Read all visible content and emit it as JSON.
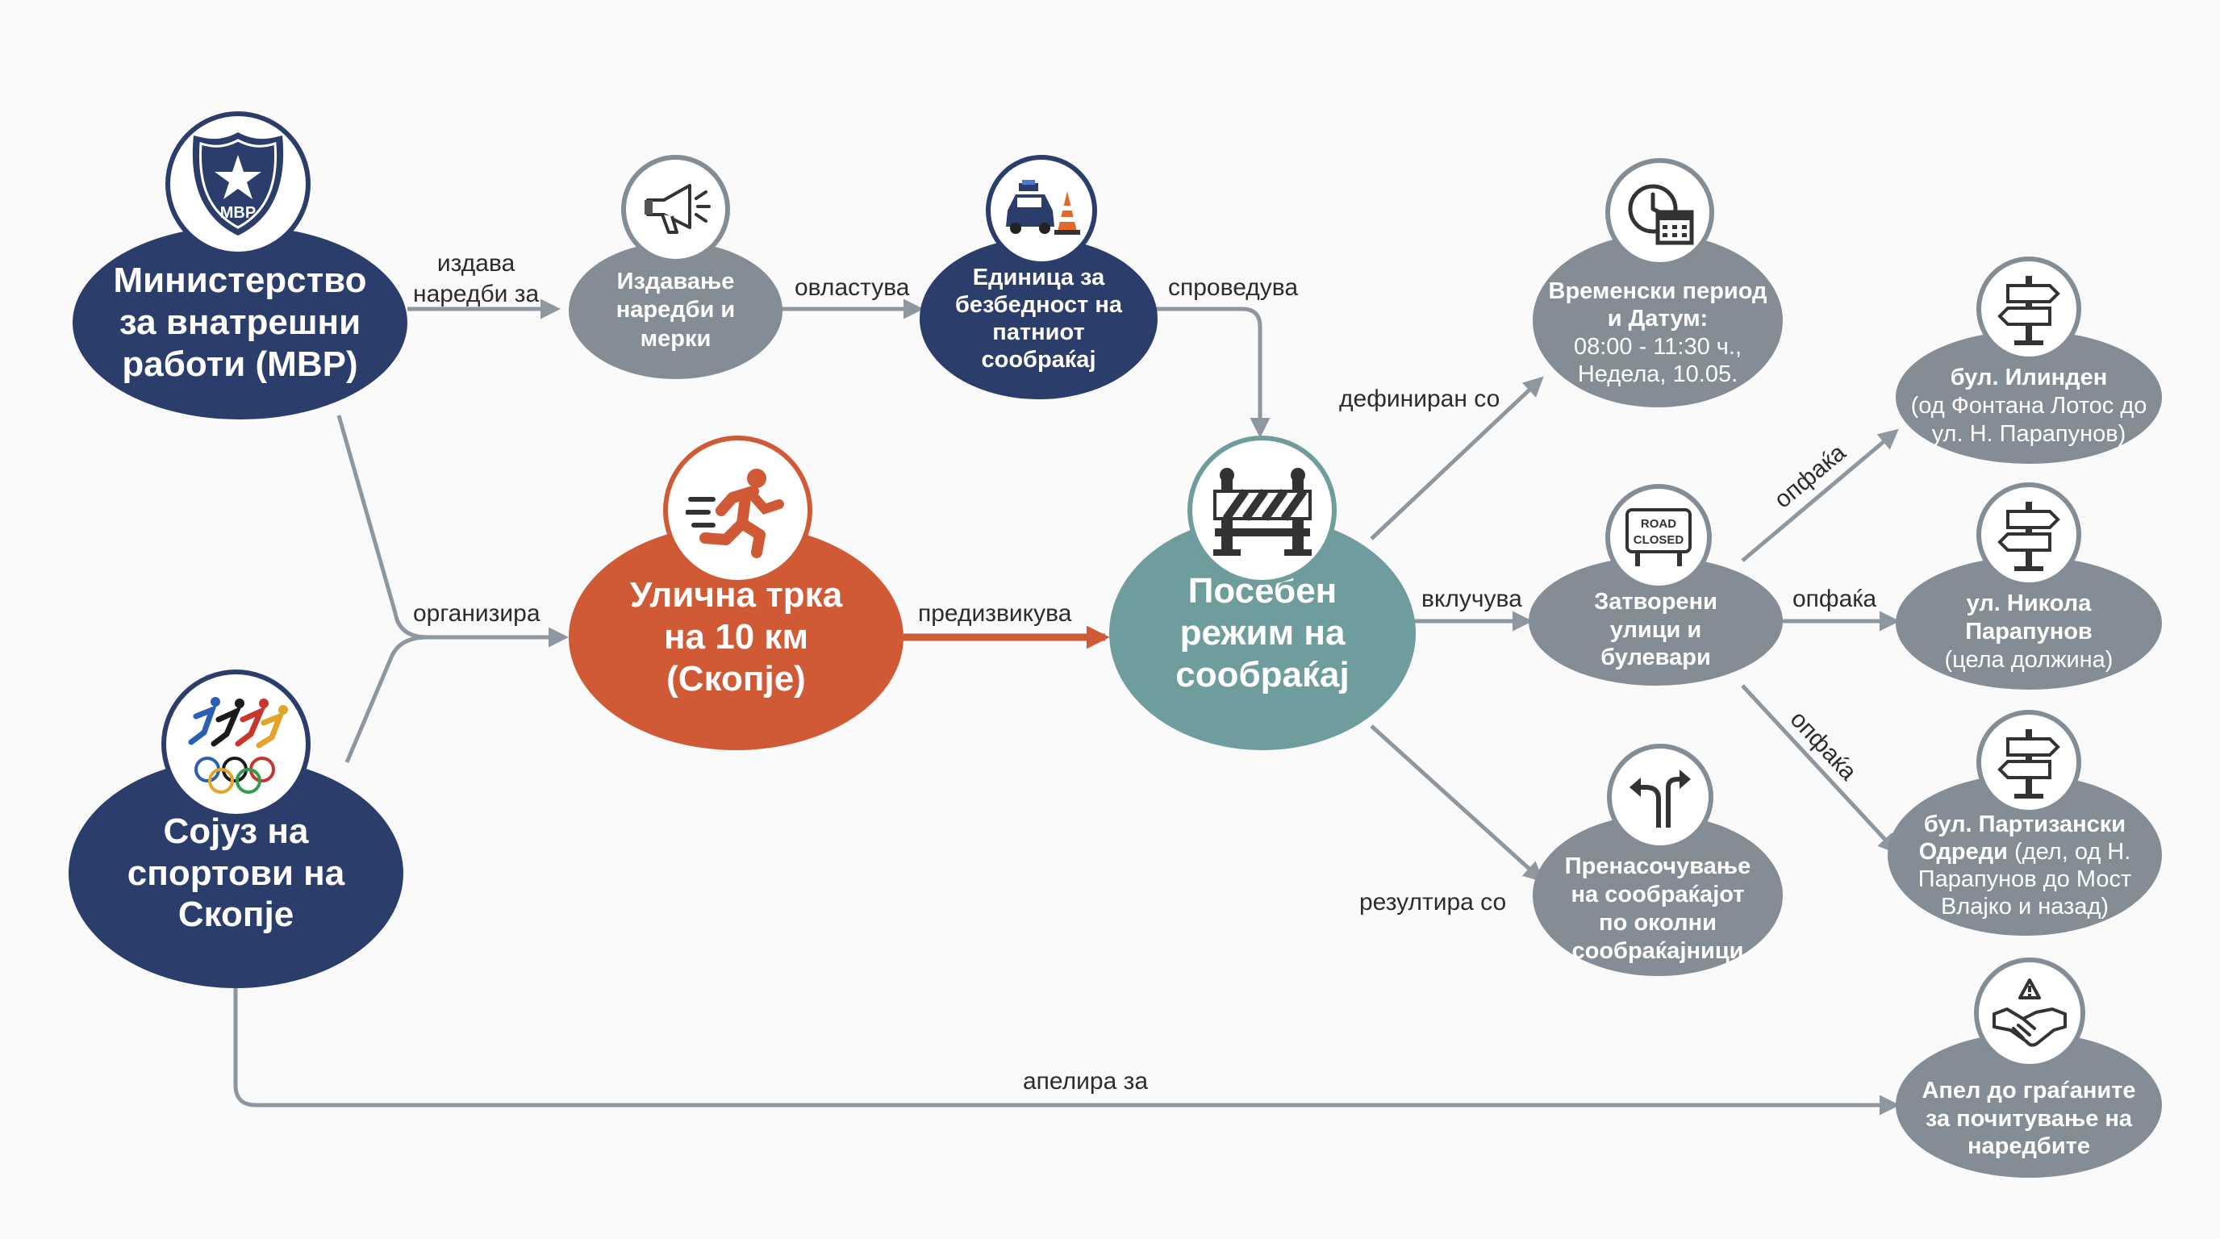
{
  "colors": {
    "navy": "#2b3d6b",
    "grey": "#848d95",
    "teal": "#6f9c9c",
    "orange": "#cf5a35",
    "arrow": "#8e979f"
  },
  "nodes": {
    "mvr": {
      "lines": [
        "Министерство",
        "за внатрешни",
        "работи (МВР)"
      ],
      "icon": "police-badge-icon",
      "badge_text": "МВР"
    },
    "issuing": {
      "lines": [
        "Издавање",
        "наредби и",
        "мерки"
      ],
      "icon": "megaphone-icon"
    },
    "unit": {
      "lines": [
        "Единица за",
        "безбедност на",
        "патниот",
        "сообраќај"
      ],
      "icon": "police-car-icon"
    },
    "federation": {
      "lines": [
        "Сојуз на",
        "спортови на",
        "Скопје"
      ],
      "icon": "olympic-runners-icon"
    },
    "race": {
      "lines": [
        "Улична трка",
        "на 10 км",
        "(Скопје)"
      ],
      "icon": "runner-icon"
    },
    "regime": {
      "lines": [
        "Посебен",
        "режим на",
        "сообраќај"
      ],
      "icon": "barrier-icon"
    },
    "time": {
      "lines": [
        "Временски период",
        "и Датум:"
      ],
      "detail": [
        "08:00 - 11:30 ч.,",
        "Недела, 10.05."
      ],
      "icon": "clock-calendar-icon"
    },
    "closed": {
      "lines": [
        "Затворени",
        "улици и",
        "булевари"
      ],
      "icon": "road-closed-icon",
      "sign_text": [
        "ROAD",
        "CLOSED"
      ]
    },
    "redirect": {
      "lines": [
        "Пренасочување",
        "на сообраќајот",
        "по околни",
        "сообраќајници"
      ],
      "icon": "detour-arrows-icon"
    },
    "ilinden": {
      "lines": [
        "бул. Илинден"
      ],
      "detail": [
        "(од Фонтана Лотос до",
        "ул. Н. Парапунов)"
      ],
      "icon": "signpost-icon"
    },
    "parapunov": {
      "lines": [
        "ул. Никола",
        "Парапунов"
      ],
      "detail": [
        "(цела должина)"
      ],
      "icon": "signpost-icon"
    },
    "partizanski": {
      "lines": [
        "бул. Партизански",
        "Одреди"
      ],
      "detail_inline": " (дел, од Н.",
      "detail": [
        "Парапунов до Мост",
        "Влајко и назад)"
      ],
      "icon": "signpost-icon"
    },
    "appeal": {
      "lines": [
        "Апел до граѓаните",
        "за почитување на",
        "наредбите"
      ],
      "icon": "handshake-warning-icon"
    }
  },
  "edges": {
    "issues_orders": [
      "издава",
      "наредби за"
    ],
    "authorizes": "овластува",
    "implements": "спроведува",
    "organizes": "организира",
    "causes": "предизвикува",
    "defined_with": "дефиниран со",
    "includes": "вклучува",
    "results_in": "резултира со",
    "covers_1": "опфаќа",
    "covers_2": "опфаќа",
    "covers_3": "опфаќа",
    "appeals_for": "апелира за"
  }
}
